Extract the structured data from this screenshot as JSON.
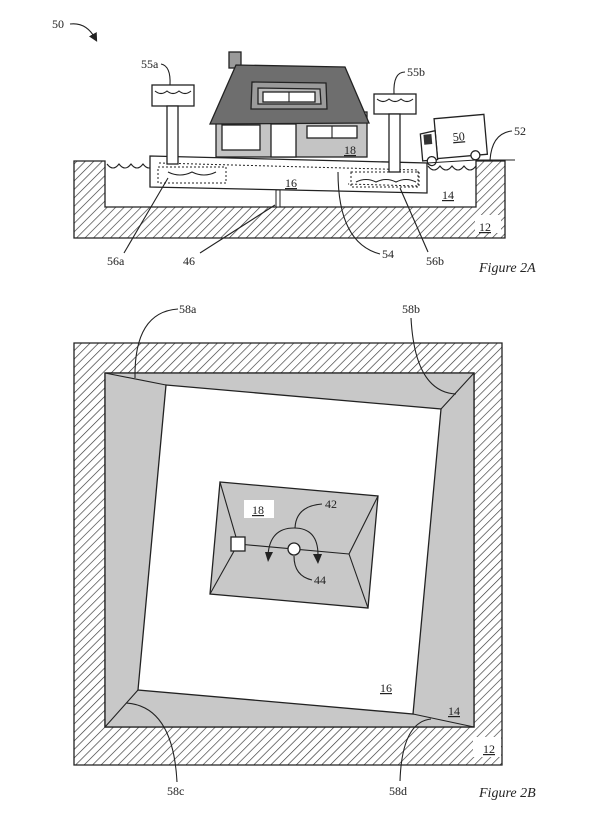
{
  "figure_2a": {
    "caption": "Figure 2A",
    "labels": {
      "system": "50",
      "weight_a": "55a",
      "weight_b": "55b",
      "truck": "50",
      "ground": "52",
      "platform": "16",
      "house": "18",
      "water": "14",
      "basin": "12",
      "tank_a": "56a",
      "tank_b": "56b",
      "pivot": "46",
      "conduit": "54"
    }
  },
  "figure_2b": {
    "caption": "Figure 2B",
    "labels": {
      "corner_a": "58a",
      "corner_b": "58b",
      "corner_c": "58c",
      "corner_d": "58d",
      "house": "18",
      "rotation_a": "42",
      "rotation_b": "44",
      "platform": "16",
      "water": "14",
      "basin": "12"
    }
  },
  "colors": {
    "line": "#222222",
    "gray_fill": "#c8c8c8",
    "roof": "#6e6e6e",
    "house_wall": "#c4c4c4",
    "dormer": "#9a9a9a"
  }
}
